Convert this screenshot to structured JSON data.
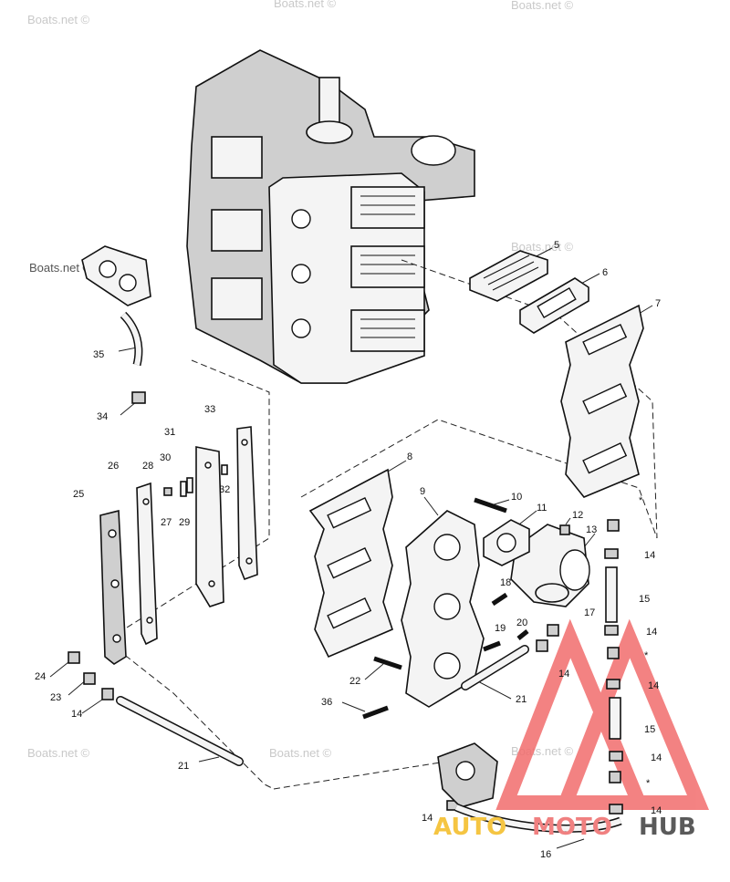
{
  "watermark": {
    "text": "Boats.net ©"
  },
  "logo": {
    "part1": "AUTO",
    "part2": "MOTO",
    "part3": "HUB",
    "colors": {
      "auto": "#f5c542",
      "moto": "#f08080",
      "hub": "#5a5a5a"
    }
  },
  "callouts": [
    {
      "id": "c5",
      "label": "5"
    },
    {
      "id": "c6",
      "label": "6"
    },
    {
      "id": "c7",
      "label": "7"
    },
    {
      "id": "c8",
      "label": "8"
    },
    {
      "id": "c9",
      "label": "9"
    },
    {
      "id": "c10",
      "label": "10"
    },
    {
      "id": "c11",
      "label": "11"
    },
    {
      "id": "c12",
      "label": "12"
    },
    {
      "id": "c13",
      "label": "13"
    },
    {
      "id": "c14a",
      "label": "14"
    },
    {
      "id": "c14b",
      "label": "14"
    },
    {
      "id": "c14c",
      "label": "14"
    },
    {
      "id": "c14d",
      "label": "14"
    },
    {
      "id": "c14e",
      "label": "14"
    },
    {
      "id": "c14f",
      "label": "14"
    },
    {
      "id": "c14g",
      "label": "14"
    },
    {
      "id": "c14h",
      "label": "14"
    },
    {
      "id": "c15a",
      "label": "15"
    },
    {
      "id": "c15b",
      "label": "15"
    },
    {
      "id": "c16",
      "label": "16"
    },
    {
      "id": "c17",
      "label": "17"
    },
    {
      "id": "c18",
      "label": "18"
    },
    {
      "id": "c19",
      "label": "19"
    },
    {
      "id": "c20",
      "label": "20"
    },
    {
      "id": "c21a",
      "label": "21"
    },
    {
      "id": "c21b",
      "label": "21"
    },
    {
      "id": "c22",
      "label": "22"
    },
    {
      "id": "c23",
      "label": "23"
    },
    {
      "id": "c24",
      "label": "24"
    },
    {
      "id": "c25",
      "label": "25"
    },
    {
      "id": "c26",
      "label": "26"
    },
    {
      "id": "c27",
      "label": "27"
    },
    {
      "id": "c28",
      "label": "28"
    },
    {
      "id": "c29",
      "label": "29"
    },
    {
      "id": "c30",
      "label": "30"
    },
    {
      "id": "c31",
      "label": "31"
    },
    {
      "id": "c32",
      "label": "32"
    },
    {
      "id": "c33",
      "label": "33"
    },
    {
      "id": "c34",
      "label": "34"
    },
    {
      "id": "c35",
      "label": "35"
    },
    {
      "id": "c36",
      "label": "36"
    },
    {
      "id": "s1",
      "label": "*"
    },
    {
      "id": "s2",
      "label": "*"
    },
    {
      "id": "s3",
      "label": "*"
    }
  ]
}
